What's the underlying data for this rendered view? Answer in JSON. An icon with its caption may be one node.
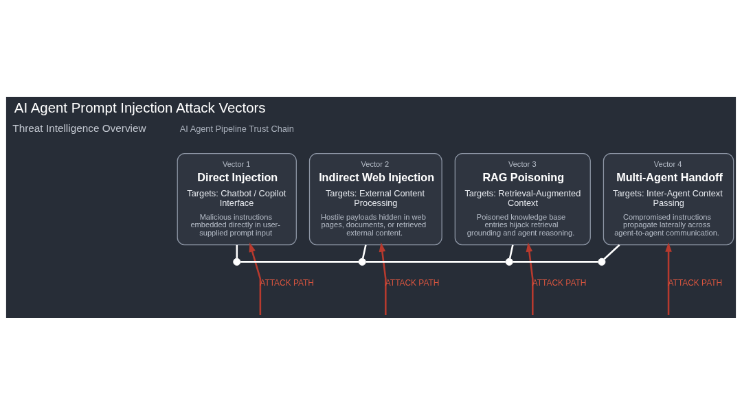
{
  "diagram": {
    "title": "AI Agent Prompt Injection Attack Vectors",
    "nodes": [
      {
        "text": [
          "Vector 1",
          "Direct Injection",
          "Targets: Chatbot / Copilot Interface",
          "Malicious instructions embedded directly in user-supplied prompt input"
        ]
      },
      {
        "text": [
          "Vector 2",
          "Indirect Web Injection",
          "Targets: External Content Processing",
          "Hostile payloads hidden in web pages, documents, or retrieved external content."
        ]
      },
      {
        "text": [
          "Vector 3",
          "RAG Poisoning",
          "Targets: Retrieval-Augmented Context",
          "Poisoned knowledge base entries hijack retrieval grounding and agent reasoning."
        ]
      },
      {
        "text": [
          "Vector 4",
          "Multi-Agent Handoff",
          "Targets: Inter-Agent Context Passing",
          "Compromised instructions propagate laterally across agent-to-agent communication."
        ]
      },
      {
        "text": [],
        "shape": "circle"
      },
      {
        "text": [],
        "shape": "circle"
      },
      {
        "text": [],
        "shape": "circle"
      },
      {
        "text": [],
        "shape": "circle"
      }
    ],
    "edges": [
      {
        "from": 0,
        "to": 4,
        "arrow": "none"
      },
      {
        "from": 1,
        "to": 5,
        "arrow": "none"
      },
      {
        "from": 2,
        "to": 6,
        "arrow": "none"
      },
      {
        "from": 3,
        "to": 7,
        "arrow": "none"
      },
      {
        "from": 4,
        "to": 5,
        "arrow": "none"
      },
      {
        "from": 5,
        "to": 6,
        "arrow": "none"
      },
      {
        "from": 6,
        "to": 7,
        "arrow": "none"
      },
      {
        "from": null,
        "to": 0,
        "arrow": "to",
        "label": "ATTACK PATH",
        "color": "#b83a2e"
      },
      {
        "from": null,
        "to": 1,
        "arrow": "to",
        "label": "ATTACK PATH",
        "color": "#b83a2e"
      },
      {
        "from": null,
        "to": 2,
        "arrow": "to",
        "label": "ATTACK PATH",
        "color": "#b83a2e"
      },
      {
        "from": null,
        "to": 3,
        "arrow": "to",
        "label": "ATTACK PATH",
        "color": "#b83a2e"
      }
    ],
    "labels": [
      "Threat Intelligence Overview",
      "AI Agent Pipeline Trust Chain"
    ]
  }
}
